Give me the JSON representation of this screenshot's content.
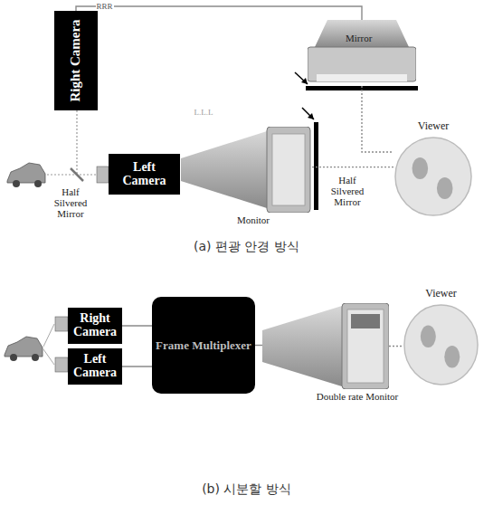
{
  "diagram": {
    "nodes": [
      {
        "text": [
          "Right Camera"
        ]
      },
      {
        "text": [
          "Mirror"
        ]
      },
      {
        "text": [
          "Left Camera"
        ]
      },
      {
        "text": [
          "Monitor"
        ]
      },
      {
        "text": [
          "Viewer"
        ]
      },
      {
        "text": [
          "Right Camera"
        ]
      },
      {
        "text": [
          "Left Camera"
        ]
      },
      {
        "text": [
          "Frame Multiplexer"
        ]
      },
      {
        "text": [
          "Double rate Monitor"
        ]
      },
      {
        "text": [
          "Viewer"
        ]
      }
    ],
    "edges": [
      {
        "from": 0,
        "to": 1,
        "arrow": "none",
        "label": "RRR"
      },
      {
        "from": 1,
        "to": 4,
        "arrow": "none"
      },
      {
        "from": 3,
        "to": 4,
        "arrow": "none"
      },
      {
        "from": 5,
        "to": 7,
        "arrow": "none"
      },
      {
        "from": 6,
        "to": 7,
        "arrow": "none"
      },
      {
        "from": 7,
        "to": 8,
        "arrow": "none"
      },
      {
        "from": 8,
        "to": 9,
        "arrow": "none"
      }
    ],
    "labels": [
      "L.L.L",
      "Half Silvered Mirror",
      "Half Silvered Mirror",
      "(a) 편광 안경 방식",
      "(b) 시분할 방식"
    ]
  }
}
